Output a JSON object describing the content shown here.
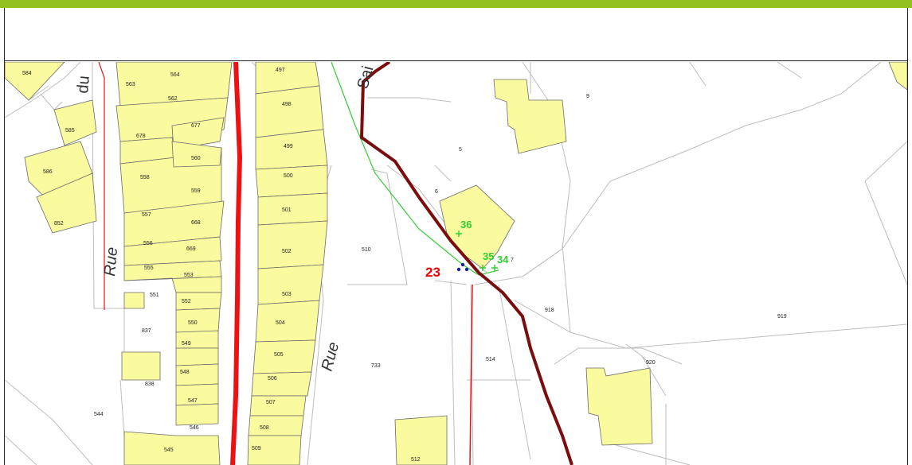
{
  "map": {
    "street_labels": [
      "du",
      "Rue",
      "Rue",
      "Sai"
    ],
    "parcel_labels": [
      "584",
      "563",
      "564",
      "562",
      "497",
      "498",
      "585",
      "678",
      "677",
      "499",
      "560",
      "586",
      "558",
      "500",
      "559",
      "852",
      "557",
      "668",
      "501",
      "556",
      "669",
      "555",
      "553",
      "502",
      "551",
      "552",
      "503",
      "837",
      "550",
      "504",
      "549",
      "548",
      "505",
      "838",
      "506",
      "547",
      "507",
      "544",
      "546",
      "508",
      "545",
      "509",
      "510",
      "733",
      "514",
      "512",
      "5",
      "6",
      "9",
      "7",
      "918",
      "919",
      "920"
    ],
    "point_labels": [
      "36",
      "35",
      "34"
    ],
    "marker_label": "23",
    "colors": {
      "top_bar": "#94c11f",
      "building_fill": "#fafa9e",
      "parcel_line": "#bdbdbd",
      "road_red": "#ee1111",
      "route_dark": "#7a0d0d",
      "line_green": "#33cc33",
      "point_green": "#33cc33",
      "marker_red": "#ee0000",
      "hydrant_blue": "#1a1aa8"
    }
  }
}
